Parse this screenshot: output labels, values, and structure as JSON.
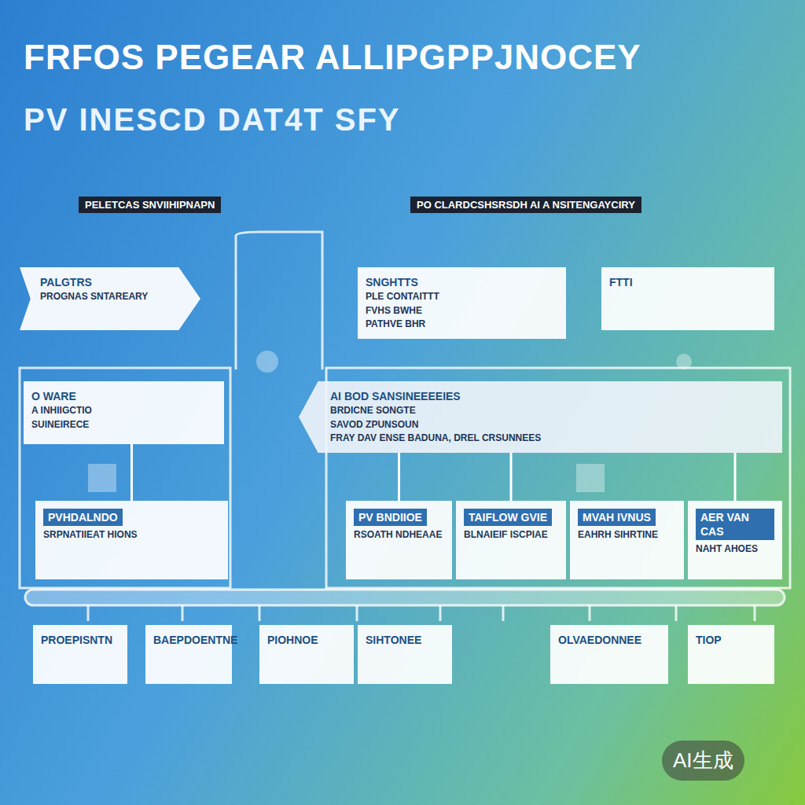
{
  "diagram": {
    "title": "FRFOS PEGEAR ALLIPGPPJNOCEY",
    "nodes": [
      {
        "text": [
          "PALGTRS",
          "PROGNAS SNTAREARY"
        ]
      },
      {
        "text": [
          "SNGHTTS",
          "PLE CONTAITTT",
          "FVHS BWHE",
          "PATHVE BHR"
        ]
      },
      {
        "text": [
          "FTTI"
        ]
      },
      {
        "text": [
          "O WARE",
          "A INHIIGCTIO",
          "SUINEIRECE"
        ]
      },
      {
        "text": [
          "AI BOD SANSINEEEEIES",
          "BRDICNE SONGTE",
          "SAVOD ZPUNSOUN",
          "FRAY DAV ENSE BADUNA, DREL CRSUNNEES"
        ]
      },
      {
        "text": [
          "PVHDALNDO",
          "SRPNATIIEAT HIONS"
        ]
      },
      {
        "text": [
          "PV BNDIIOE",
          "RSOATH NDHEAAE"
        ]
      },
      {
        "text": [
          "TAIFLOW GVIE",
          "BLNAIEIF ISCPIAE"
        ]
      },
      {
        "text": [
          "MVAH IVNUS",
          "EAHRH SIHRTINE"
        ]
      },
      {
        "text": [
          "AER VAN CAS",
          "NAHT AHOES"
        ]
      },
      {
        "text": [
          "PROEPISNTN"
        ]
      },
      {
        "text": [
          "BAEPDOENTNE"
        ]
      },
      {
        "text": [
          "PIOHNOE"
        ]
      },
      {
        "text": [
          "SIHTONEE"
        ]
      },
      {
        "text": [
          "OLVAEDONNEE"
        ]
      },
      {
        "text": [
          "TIOP"
        ]
      }
    ],
    "edges": [
      {
        "from": 3,
        "to": 5,
        "arrow": "none"
      },
      {
        "from": 4,
        "to": 6,
        "arrow": "none"
      },
      {
        "from": 4,
        "to": 7,
        "arrow": "none"
      },
      {
        "from": 4,
        "to": 9,
        "arrow": "none"
      }
    ],
    "labels": [
      "PV INESCD DAT4T SFY",
      "PELETCAS SNVIIHIPNAPN",
      "PO CLARDCSHSRSDH AI A NSITENGAYCIRY",
      "AI生成"
    ]
  }
}
